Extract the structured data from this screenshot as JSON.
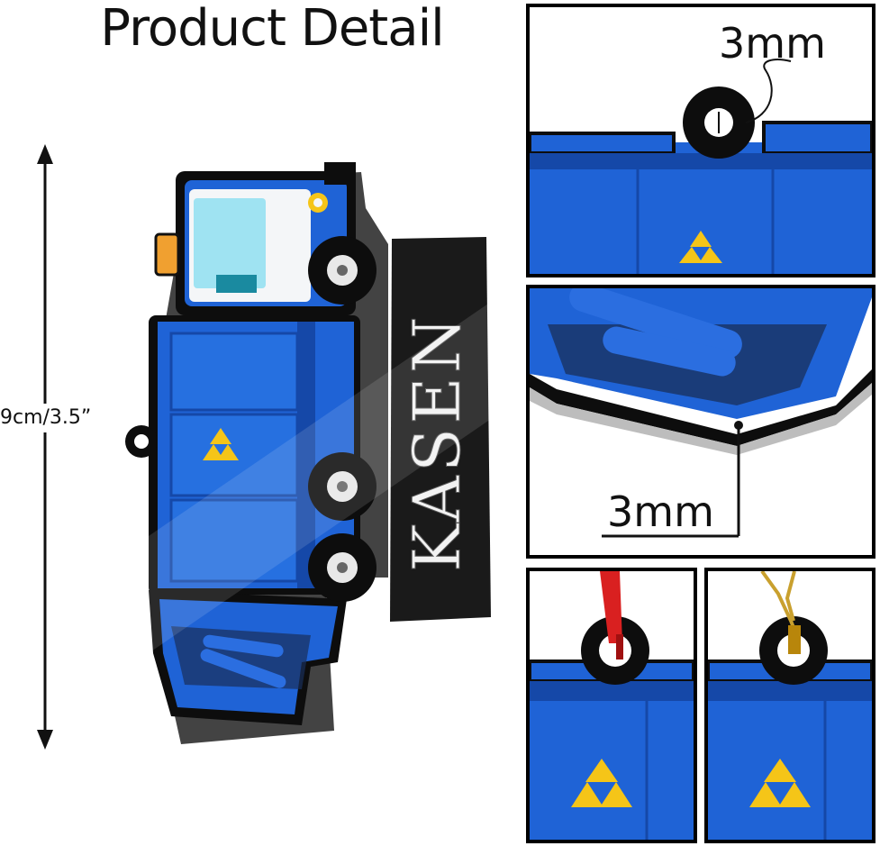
{
  "title": "Product Detail",
  "dimension_label": "9cm/3.5”",
  "thickness_top": "3mm",
  "thickness_middle": "3mm",
  "ornament_name": "KASEN",
  "icons": {
    "recycle": "recycle-icon",
    "tire": "tire-icon"
  },
  "colors": {
    "truck_blue": "#1f63d6",
    "truck_dark": "#1548a8",
    "cab_white": "#f4f6f8",
    "name_banner": "#1a1a1a",
    "recycle_yellow": "#f5c518",
    "ribbon_red": "#d92020",
    "string_gold": "#c9a02e"
  }
}
